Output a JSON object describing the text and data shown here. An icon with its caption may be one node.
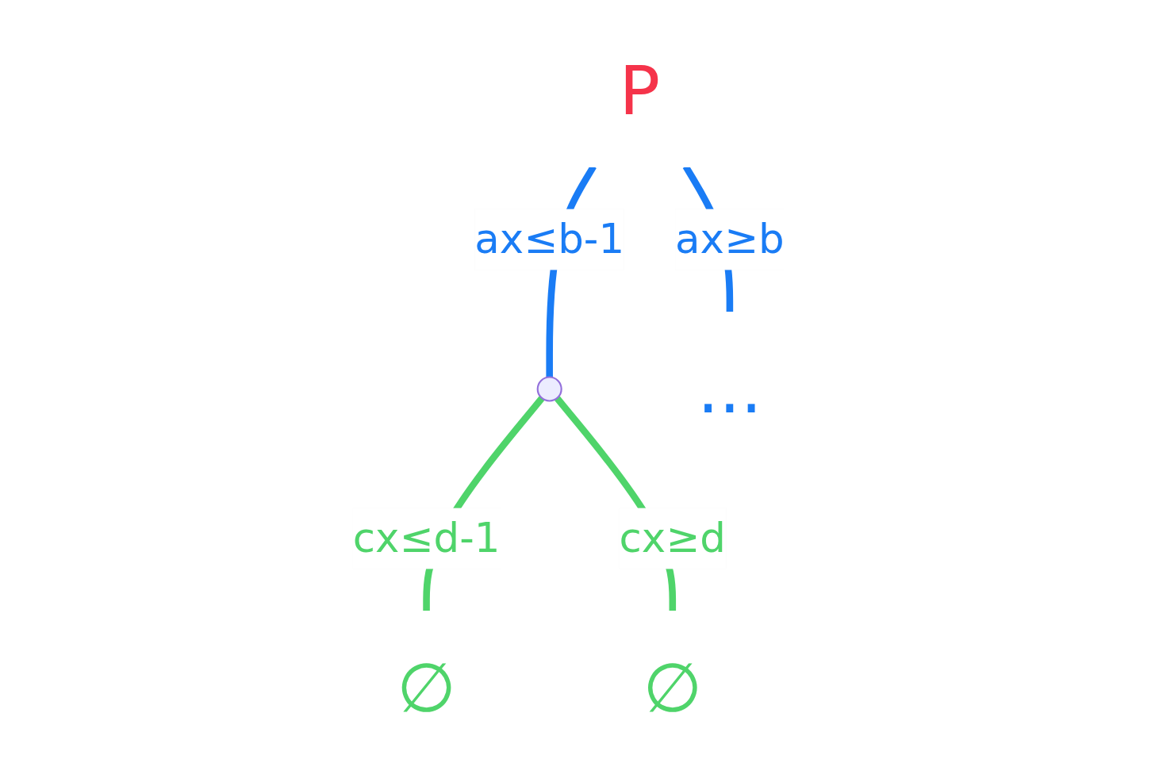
{
  "diagram": {
    "nodes": [
      {
        "text": [
          "P"
        ]
      },
      {
        "text": [],
        "shape": "point"
      },
      {
        "text": [
          "..."
        ]
      },
      {
        "text": [
          "∅"
        ]
      },
      {
        "text": [
          "∅"
        ]
      }
    ],
    "edges": [
      {
        "from": 0,
        "to": 1,
        "arrow": "none",
        "label": "ax≤b-1",
        "color": "#1a7cf5"
      },
      {
        "from": 0,
        "to": 2,
        "arrow": "none",
        "label": "ax≥b",
        "color": "#1a7cf5"
      },
      {
        "from": 1,
        "to": 3,
        "arrow": "none",
        "label": "cx≤d-1",
        "color": "#4fd46a"
      },
      {
        "from": 1,
        "to": 4,
        "arrow": "none",
        "label": "cx≥d",
        "color": "#4fd46a"
      }
    ]
  }
}
